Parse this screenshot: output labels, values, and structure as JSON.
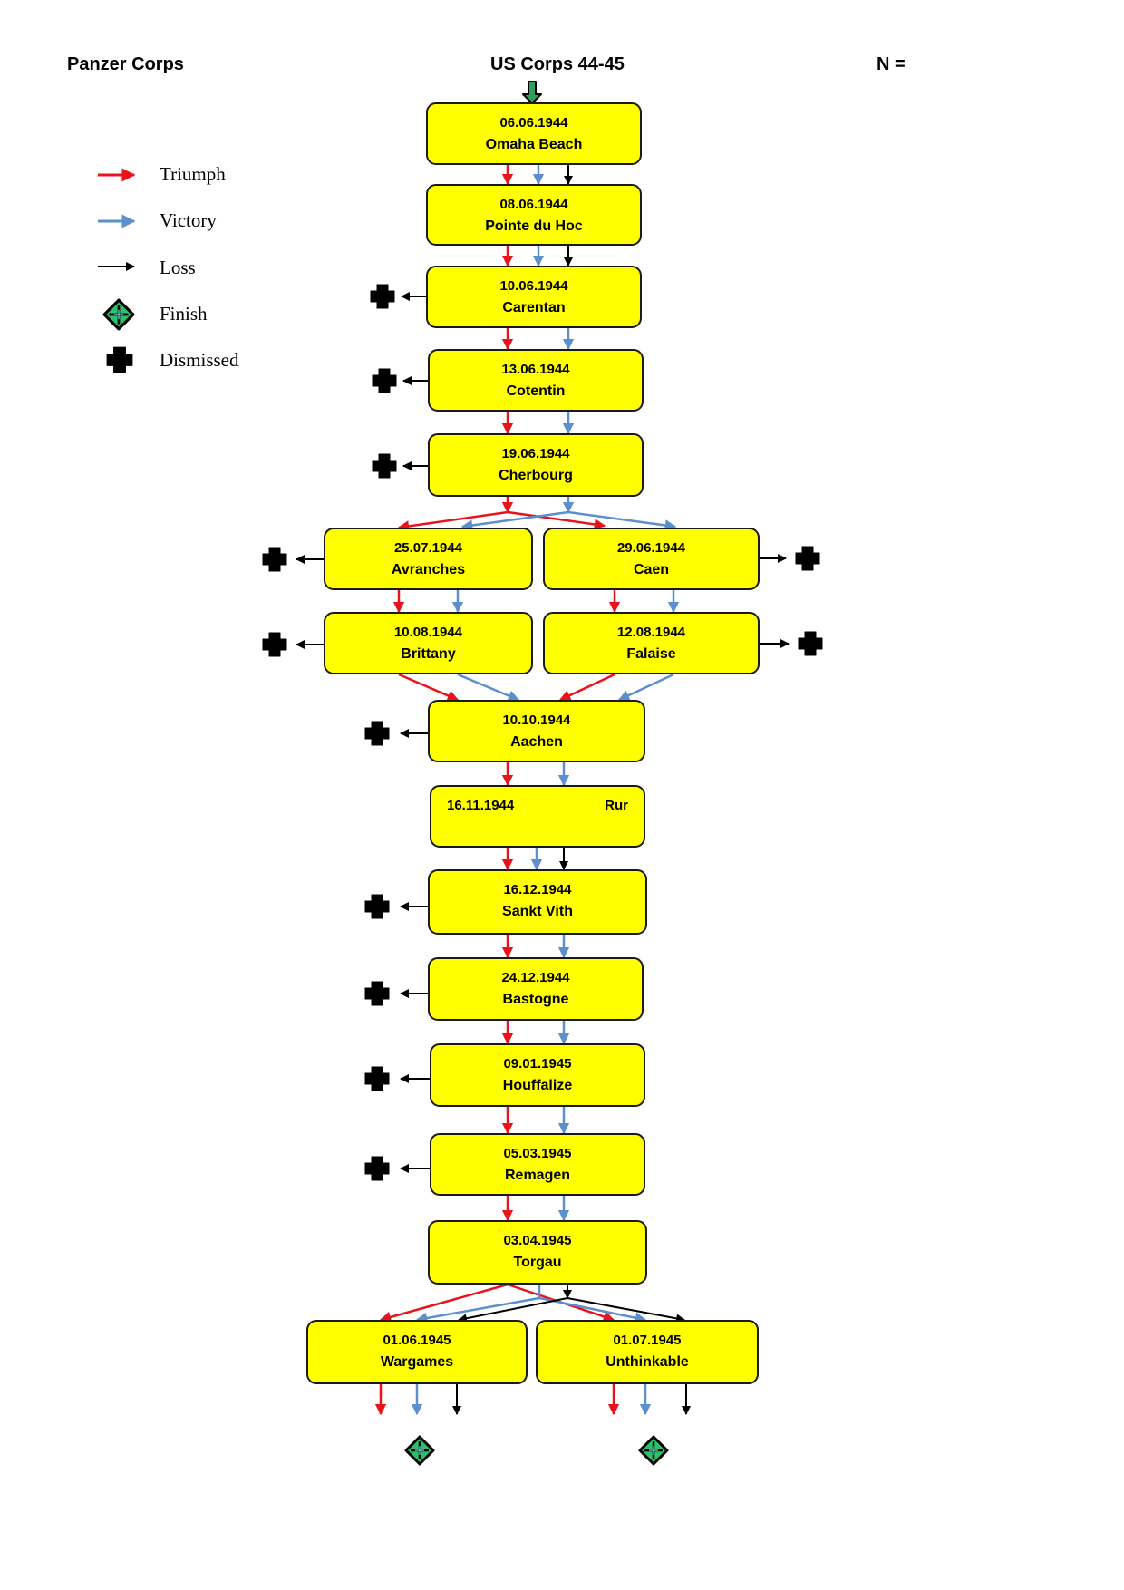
{
  "header": {
    "left": "Panzer Corps",
    "center": "US Corps 44-45",
    "right": "N ="
  },
  "legend": [
    {
      "icon": "triumph-arrow-icon",
      "label": "Triumph",
      "color": "#e8141b"
    },
    {
      "icon": "victory-arrow-icon",
      "label": "Victory",
      "color": "#5b8fce"
    },
    {
      "icon": "loss-arrow-icon",
      "label": "Loss",
      "color": "#000000"
    },
    {
      "icon": "finish-icon",
      "label": "Finish",
      "color": "#2f9e5b"
    },
    {
      "icon": "dismissed-icon",
      "label": "Dismissed",
      "color": "#000000"
    }
  ],
  "colors": {
    "node_fill": "#ffff00",
    "triumph": "#e8141b",
    "victory": "#5b8fce",
    "loss": "#000000",
    "start": "#2f9e5b"
  },
  "nodes": [
    {
      "id": "omaha",
      "date": "06.06.1944",
      "name": "Omaha Beach"
    },
    {
      "id": "pointe",
      "date": "08.06.1944",
      "name": "Pointe du Hoc"
    },
    {
      "id": "carentan",
      "date": "10.06.1944",
      "name": "Carentan"
    },
    {
      "id": "cotentin",
      "date": "13.06.1944",
      "name": "Cotentin"
    },
    {
      "id": "cherbourg",
      "date": "19.06.1944",
      "name": "Cherbourg"
    },
    {
      "id": "avranches",
      "date": "25.07.1944",
      "name": "Avranches"
    },
    {
      "id": "caen",
      "date": "29.06.1944",
      "name": "Caen"
    },
    {
      "id": "brittany",
      "date": "10.08.1944",
      "name": "Brittany"
    },
    {
      "id": "falaise",
      "date": "12.08.1944",
      "name": "Falaise"
    },
    {
      "id": "aachen",
      "date": "10.10.1944",
      "name": "Aachen"
    },
    {
      "id": "rur",
      "date": "16.11.1944",
      "name": "Rur"
    },
    {
      "id": "sanktvith",
      "date": "16.12.1944",
      "name": "Sankt Vith"
    },
    {
      "id": "bastogne",
      "date": "24.12.1944",
      "name": "Bastogne"
    },
    {
      "id": "houffalize",
      "date": "09.01.1945",
      "name": "Houffalize"
    },
    {
      "id": "remagen",
      "date": "05.03.1945",
      "name": "Remagen"
    },
    {
      "id": "torgau",
      "date": "03.04.1945",
      "name": "Torgau"
    },
    {
      "id": "wargames",
      "date": "01.06.1945",
      "name": "Wargames"
    },
    {
      "id": "unthinkable",
      "date": "01.07.1945",
      "name": "Unthinkable"
    }
  ],
  "edges": [
    {
      "from": "omaha",
      "to": "pointe",
      "outcomes": [
        "triumph",
        "victory",
        "loss"
      ]
    },
    {
      "from": "pointe",
      "to": "carentan",
      "outcomes": [
        "triumph",
        "victory",
        "loss"
      ]
    },
    {
      "from": "carentan",
      "to": "cotentin",
      "outcomes": [
        "triumph",
        "victory"
      ]
    },
    {
      "from": "cotentin",
      "to": "cherbourg",
      "outcomes": [
        "triumph",
        "victory"
      ]
    },
    {
      "from": "cherbourg",
      "to": "avranches",
      "outcomes": [
        "triumph",
        "victory"
      ]
    },
    {
      "from": "cherbourg",
      "to": "caen",
      "outcomes": [
        "triumph",
        "victory"
      ]
    },
    {
      "from": "avranches",
      "to": "brittany",
      "outcomes": [
        "triumph",
        "victory"
      ]
    },
    {
      "from": "caen",
      "to": "falaise",
      "outcomes": [
        "triumph",
        "victory"
      ]
    },
    {
      "from": "brittany",
      "to": "aachen",
      "outcomes": [
        "triumph",
        "victory"
      ]
    },
    {
      "from": "falaise",
      "to": "aachen",
      "outcomes": [
        "triumph",
        "victory"
      ]
    },
    {
      "from": "aachen",
      "to": "rur",
      "outcomes": [
        "triumph",
        "victory"
      ]
    },
    {
      "from": "rur",
      "to": "sanktvith",
      "outcomes": [
        "triumph",
        "victory",
        "loss"
      ]
    },
    {
      "from": "sanktvith",
      "to": "bastogne",
      "outcomes": [
        "triumph",
        "victory"
      ]
    },
    {
      "from": "bastogne",
      "to": "houffalize",
      "outcomes": [
        "triumph",
        "victory"
      ]
    },
    {
      "from": "houffalize",
      "to": "remagen",
      "outcomes": [
        "triumph",
        "victory"
      ]
    },
    {
      "from": "remagen",
      "to": "torgau",
      "outcomes": [
        "triumph",
        "victory"
      ]
    },
    {
      "from": "torgau",
      "to": "wargames",
      "outcomes": [
        "triumph",
        "victory",
        "loss"
      ]
    },
    {
      "from": "torgau",
      "to": "unthinkable",
      "outcomes": [
        "triumph",
        "victory",
        "loss"
      ]
    },
    {
      "from": "wargames",
      "to": "finish",
      "outcomes": [
        "triumph",
        "victory",
        "loss"
      ]
    },
    {
      "from": "unthinkable",
      "to": "finish",
      "outcomes": [
        "triumph",
        "victory",
        "loss"
      ]
    }
  ],
  "dismissed_on_loss": [
    "carentan",
    "cotentin",
    "cherbourg",
    "avranches",
    "caen",
    "brittany",
    "falaise",
    "aachen",
    "sanktvith",
    "bastogne",
    "houffalize",
    "remagen"
  ]
}
